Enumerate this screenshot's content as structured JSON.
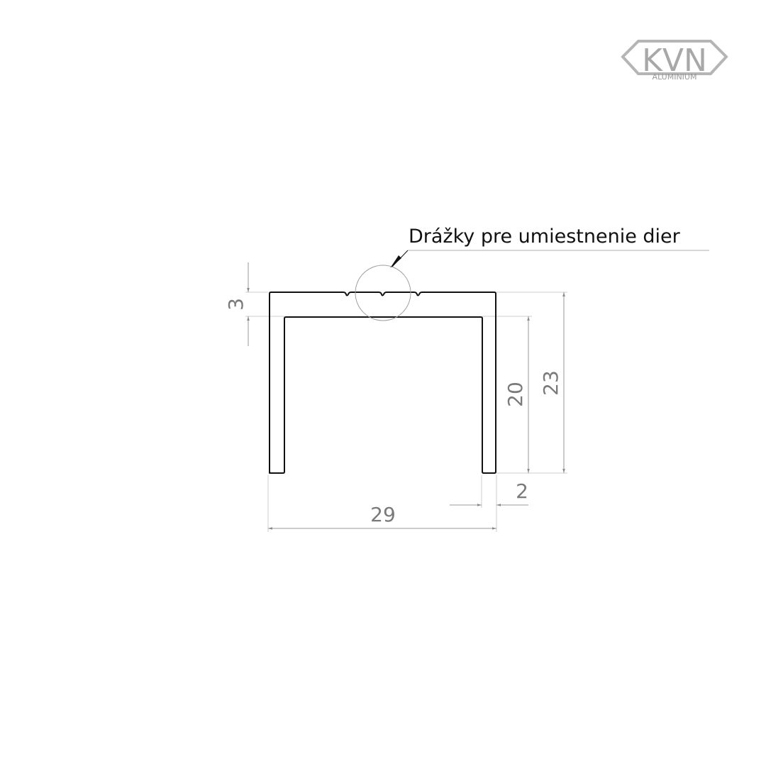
{
  "title_note": "Drážky pre umiestnenie dier",
  "logo": {
    "main": "KVN",
    "sub": "ALUMINIUM"
  },
  "dimensions": {
    "wall_top": "3",
    "inner_height": "20",
    "total_height": "23",
    "wall_side": "2",
    "total_width": "29"
  },
  "colors": {
    "profile": "#111111",
    "dimension": "#7a7a7a",
    "extension": "#c8c8c8"
  }
}
